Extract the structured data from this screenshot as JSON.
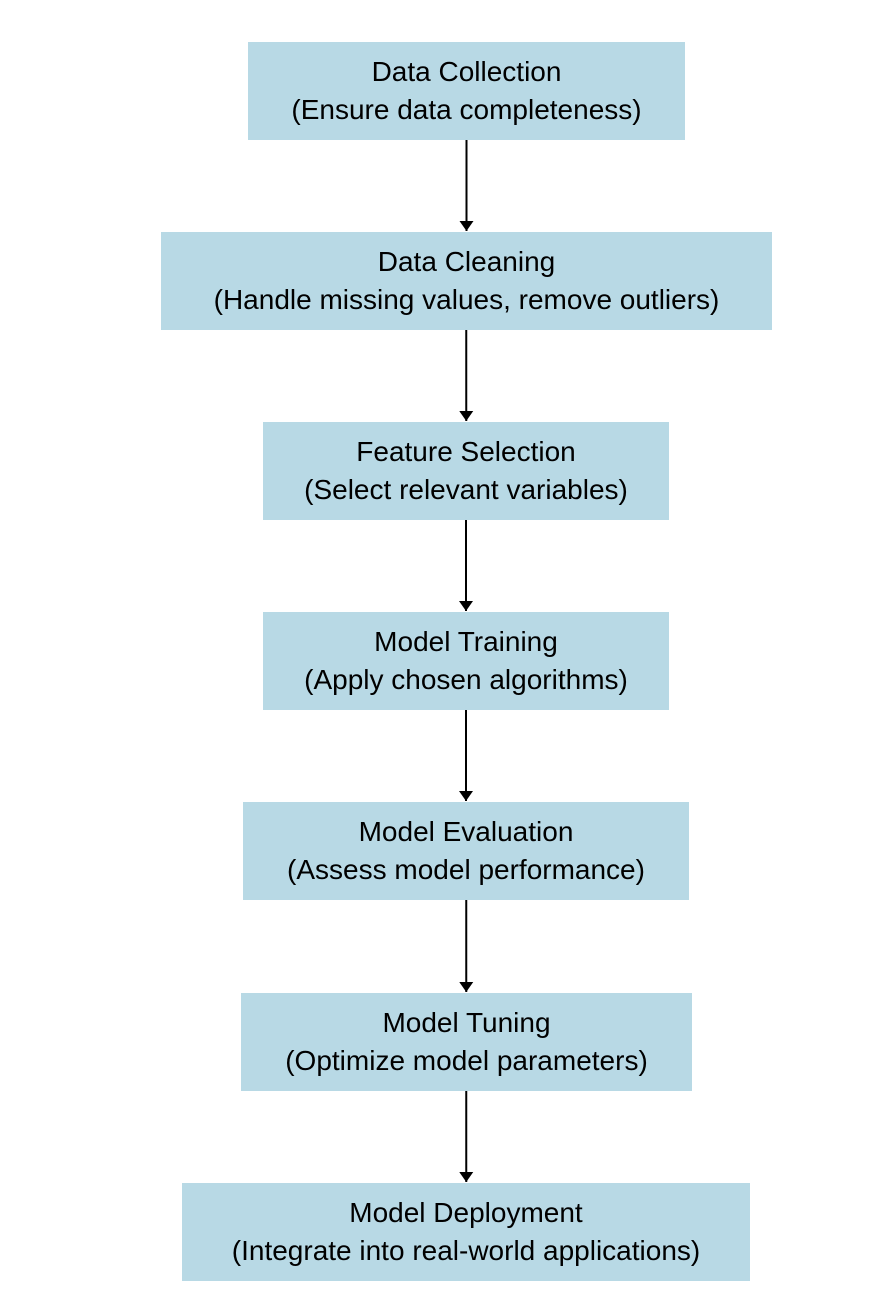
{
  "colors": {
    "node_fill": "#b8d9e5",
    "arrow": "#000000",
    "text": "#000000"
  },
  "nodes": [
    {
      "title": "Data Collection",
      "subtitle": "(Ensure data completeness)"
    },
    {
      "title": "Data Cleaning",
      "subtitle": "(Handle missing values, remove outliers)"
    },
    {
      "title": "Feature Selection",
      "subtitle": "(Select relevant variables)"
    },
    {
      "title": "Model Training",
      "subtitle": "(Apply chosen algorithms)"
    },
    {
      "title": "Model Evaluation",
      "subtitle": "(Assess model performance)"
    },
    {
      "title": "Model Tuning",
      "subtitle": "(Optimize model parameters)"
    },
    {
      "title": "Model Deployment",
      "subtitle": "(Integrate into real-world applications)"
    }
  ],
  "edges": [
    {
      "from": 0,
      "to": 1
    },
    {
      "from": 1,
      "to": 2
    },
    {
      "from": 2,
      "to": 3
    },
    {
      "from": 3,
      "to": 4
    },
    {
      "from": 4,
      "to": 5
    },
    {
      "from": 5,
      "to": 6
    }
  ]
}
